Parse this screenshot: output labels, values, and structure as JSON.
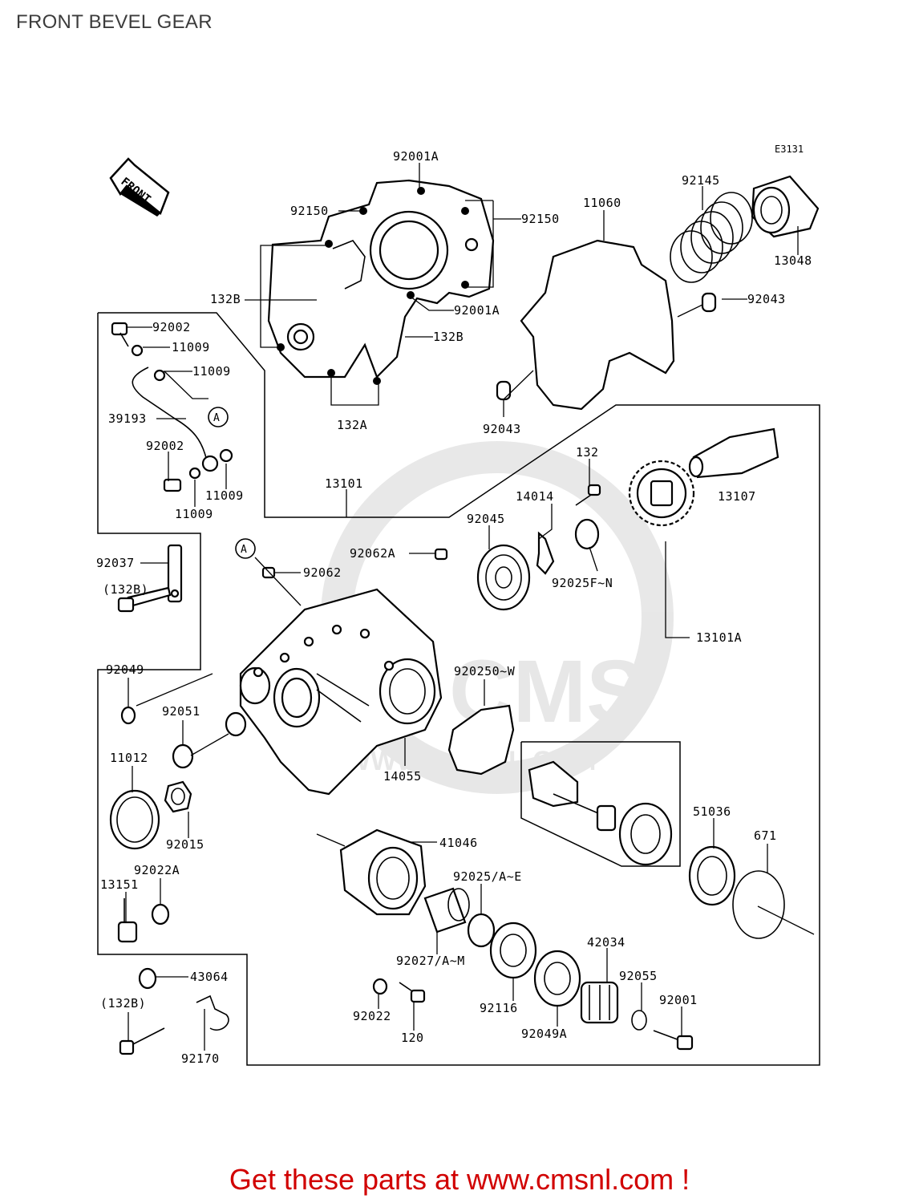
{
  "title": "FRONT BEVEL GEAR",
  "diagram_code": "E3131",
  "front_arrow_label": "FRONT",
  "callout_a": "A",
  "watermark": {
    "brand": "CMS",
    "url": "WWW.CMSNL.COM"
  },
  "labels": [
    {
      "key": "92001A_top",
      "text": "92001A"
    },
    {
      "key": "92150_left",
      "text": "92150"
    },
    {
      "key": "92150_right",
      "text": "92150"
    },
    {
      "key": "11060",
      "text": "11060"
    },
    {
      "key": "92145",
      "text": "92145"
    },
    {
      "key": "13048",
      "text": "13048"
    },
    {
      "key": "132B_left",
      "text": "132B"
    },
    {
      "key": "92001A_mid",
      "text": "92001A"
    },
    {
      "key": "132B_right",
      "text": "132B"
    },
    {
      "key": "92043_right",
      "text": "92043"
    },
    {
      "key": "92002_top",
      "text": "92002"
    },
    {
      "key": "11009_a",
      "text": "11009"
    },
    {
      "key": "11009_b",
      "text": "11009"
    },
    {
      "key": "39193",
      "text": "39193"
    },
    {
      "key": "132A",
      "text": "132A"
    },
    {
      "key": "92043_mid",
      "text": "92043"
    },
    {
      "key": "92002_bottom",
      "text": "92002"
    },
    {
      "key": "11009_c",
      "text": "11009"
    },
    {
      "key": "11009_d",
      "text": "11009"
    },
    {
      "key": "132",
      "text": "132"
    },
    {
      "key": "13107",
      "text": "13107"
    },
    {
      "key": "13101",
      "text": "13101"
    },
    {
      "key": "14014",
      "text": "14014"
    },
    {
      "key": "92045",
      "text": "92045"
    },
    {
      "key": "92062A",
      "text": "92062A"
    },
    {
      "key": "92062",
      "text": "92062"
    },
    {
      "key": "92025FN",
      "text": "92025F~N"
    },
    {
      "key": "92037",
      "text": "92037"
    },
    {
      "key": "132B_paren_a",
      "text": "(132B)"
    },
    {
      "key": "13101A",
      "text": "13101A"
    },
    {
      "key": "92049",
      "text": "92049"
    },
    {
      "key": "920250W",
      "text": "920250~W"
    },
    {
      "key": "92051",
      "text": "92051"
    },
    {
      "key": "11012",
      "text": "11012"
    },
    {
      "key": "14055",
      "text": "14055"
    },
    {
      "key": "92015",
      "text": "92015"
    },
    {
      "key": "51036",
      "text": "51036"
    },
    {
      "key": "671",
      "text": "671"
    },
    {
      "key": "41046",
      "text": "41046"
    },
    {
      "key": "92022A",
      "text": "92022A"
    },
    {
      "key": "13151",
      "text": "13151"
    },
    {
      "key": "92025AE",
      "text": "92025/A~E"
    },
    {
      "key": "42034",
      "text": "42034"
    },
    {
      "key": "92027AM",
      "text": "92027/A~M"
    },
    {
      "key": "43064",
      "text": "43064"
    },
    {
      "key": "92055",
      "text": "92055"
    },
    {
      "key": "132B_paren_b",
      "text": "(132B)"
    },
    {
      "key": "92022",
      "text": "92022"
    },
    {
      "key": "92116",
      "text": "92116"
    },
    {
      "key": "92001",
      "text": "92001"
    },
    {
      "key": "120",
      "text": "120"
    },
    {
      "key": "92049A",
      "text": "92049A"
    },
    {
      "key": "92170",
      "text": "92170"
    }
  ],
  "footer": "Get these parts at www.cmsnl.com !",
  "colors": {
    "footer": "#d10000",
    "ink": "#000000",
    "title": "#3c3c3c"
  }
}
